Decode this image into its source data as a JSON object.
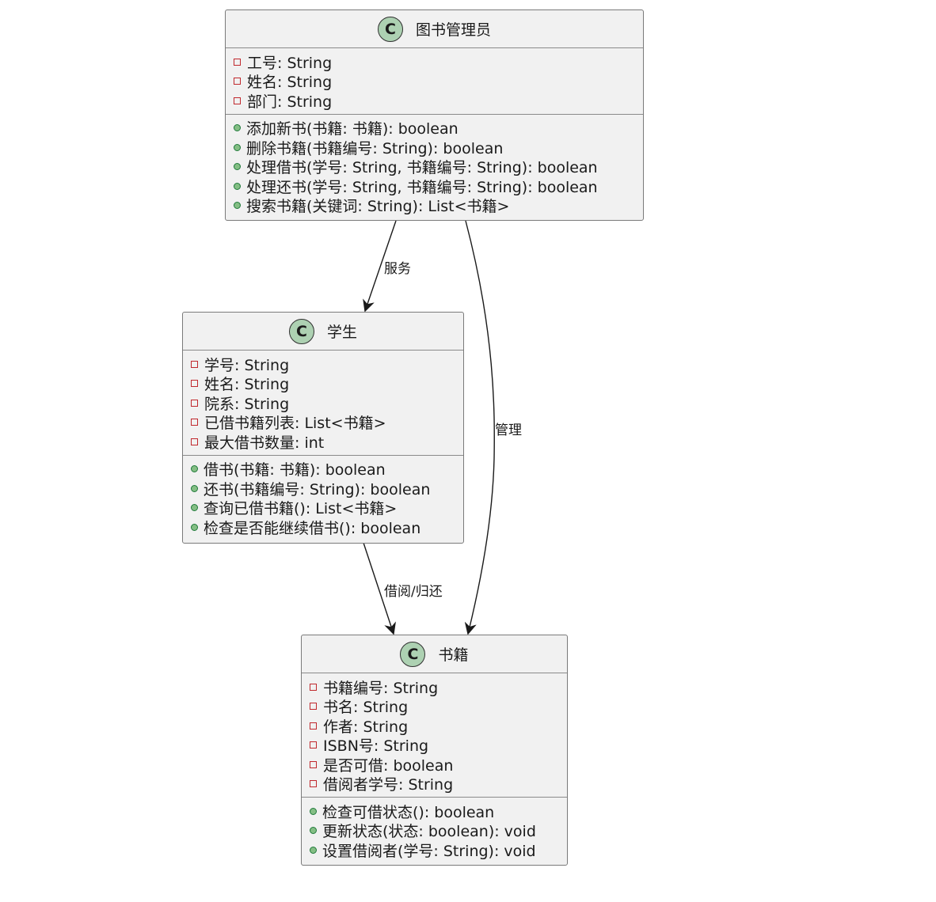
{
  "classes": {
    "librarian": {
      "badge": "C",
      "name": "图书管理员",
      "attributes": [
        "工号: String",
        "姓名: String",
        "部门: String"
      ],
      "methods": [
        "添加新书(书籍: 书籍): boolean",
        "删除书籍(书籍编号: String): boolean",
        "处理借书(学号: String, 书籍编号: String): boolean",
        "处理还书(学号: String, 书籍编号: String): boolean",
        "搜索书籍(关键词: String): List<书籍>"
      ]
    },
    "student": {
      "badge": "C",
      "name": "学生",
      "attributes": [
        "学号: String",
        "姓名: String",
        "院系: String",
        "已借书籍列表: List<书籍>",
        "最大借书数量: int"
      ],
      "methods": [
        "借书(书籍: 书籍): boolean",
        "还书(书籍编号: String): boolean",
        "查询已借书籍(): List<书籍>",
        "检查是否能继续借书(): boolean"
      ]
    },
    "book": {
      "badge": "C",
      "name": "书籍",
      "attributes": [
        "书籍编号: String",
        "书名: String",
        "作者: String",
        "ISBN号: String",
        "是否可借: boolean",
        "借阅者学号: String"
      ],
      "methods": [
        "检查可借状态(): boolean",
        "更新状态(状态: boolean): void",
        "设置借阅者(学号: String): void"
      ]
    }
  },
  "edges": {
    "serves": "服务",
    "manages": "管理",
    "borrow_return": "借阅/归还"
  },
  "colors": {
    "box_fill": "#f1f1f1",
    "badge_fill": "#add1b2",
    "private_marker": "#c0282d",
    "public_marker": "#84be84"
  }
}
